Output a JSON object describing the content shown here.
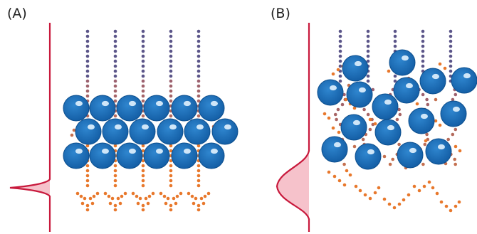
{
  "panels": [
    {
      "id": "A",
      "label": "(A)"
    },
    {
      "id": "B",
      "label": "(B)"
    }
  ],
  "colors": {
    "atom_fill": "#1c6cb5",
    "atom_stroke": "#0d4f8e",
    "atom_highlight": "#cfe6f8",
    "incoming_dots": "#5b5589",
    "mid_dots": "#9a6070",
    "scatter_dots": "#c4704f",
    "outgoing_dots": "#e8782c",
    "profile_line": "#c8193c",
    "profile_fill": "#f6c2cb"
  }
}
